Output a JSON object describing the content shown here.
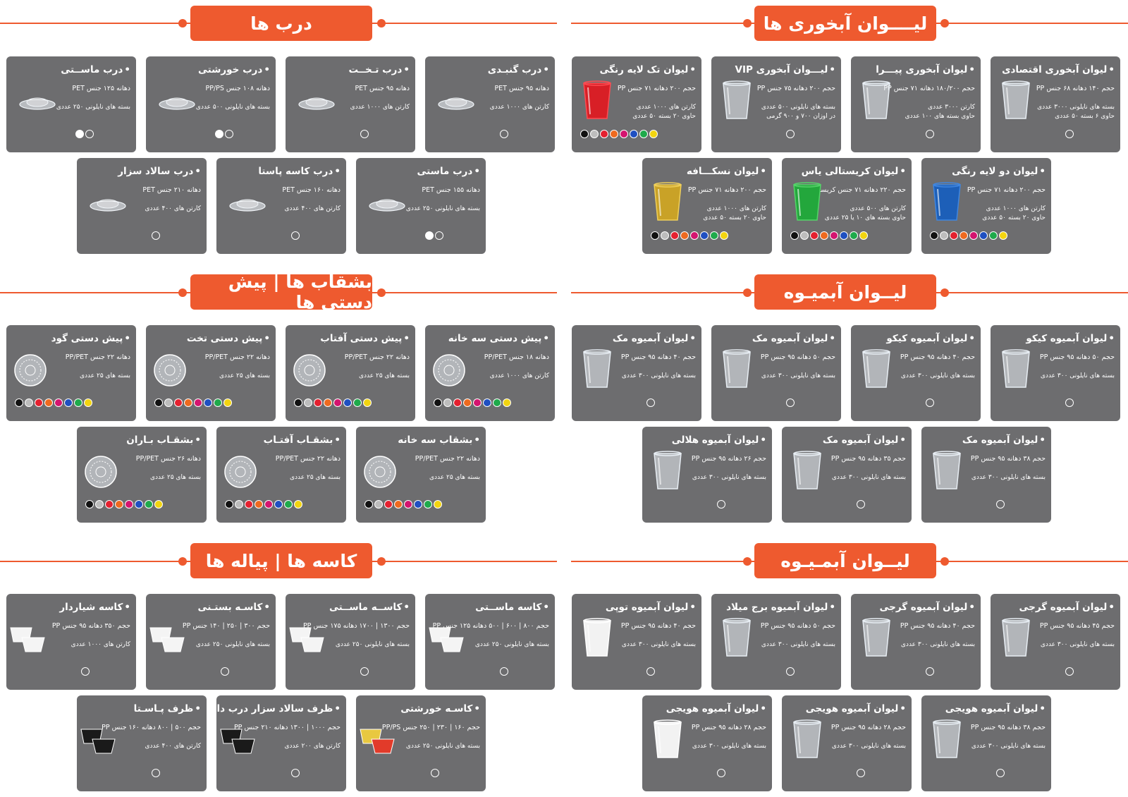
{
  "sections": {
    "s1_right": "لیــــوان آبخوری ها",
    "s1_left": "درب ها",
    "s2_right": "لیــوان آبمیـوه",
    "s2_left": "بشقاب ها | پیش دستی ها",
    "s3_right": "لیــوان آبمـیـوه",
    "s3_left": "کاسه ها | پیاله ها"
  },
  "cards": [
    {
      "title": "لیوان آبخوری اقتصادی",
      "spec": "حجم ۱۴۰  دهانه ۶۸  جنس PP",
      "pack": "بسته های نایلونی ۳۰۰۰ عددی\nحاوی ۶ بسته ۵۰ عددی"
    },
    {
      "title": "لیوان آبخوری پیـــرا",
      "spec": "حجم ۱۸۰/۲۰۰  دهانه ۷۱  جنس PP",
      "pack": "کارتن ۳۰۰۰ عددی\nحاوی بسته های ۱۰۰ عددی"
    },
    {
      "title": "لیـــوان آبخوری VIP",
      "spec": "حجم ۲۰۰  دهانه ۷۵  جنس PP",
      "pack": "بسته های نایلونی ۵۰۰ عددی\nدر اوزان ۷۰۰ و ۹۰۰ گرمی"
    },
    {
      "title": "لیوان تک لایه رنگی",
      "spec": "حجم ۲۰۰  دهانه ۷۱  جنس PP",
      "pack": "کارتن های ۱۰۰۰ عددی\nحاوی ۲۰ بسته ۵۰ عددی"
    },
    {
      "title": "لیوان دو لایه رنگی",
      "spec": "حجم ۲۰۰  دهانه ۷۱  جنس PP",
      "pack": "کارتن های ۱۰۰۰ عددی\nحاوی ۲۰ بسته ۵۰ عددی"
    },
    {
      "title": "لیوان کریستالی یاس",
      "spec": "حجم ۲۲۰  دهانه ۷۱  جنس کریستال",
      "pack": "کارتن های ۵۰۰ عددی\nحاوی بسته های ۱۰ یا ۲۵ عددی"
    },
    {
      "title": "لیوان نسکـــافه",
      "spec": "حجم ۲۰۰  دهانه ۷۱  جنس PP",
      "pack": "کارتن های ۱۰۰۰ عددی\nحاوی ۲۰ بسته ۵۰ عددی"
    },
    {
      "title": "درب گنبـدی",
      "spec": "دهانه ۹۵  جنس PET",
      "pack": "کارتن های ۱۰۰۰ عددی"
    },
    {
      "title": "درب تـخــت",
      "spec": "دهانه ۹۵  جنس PET",
      "pack": "کارتن های ۱۰۰۰ عددی"
    },
    {
      "title": "درب خورشتی",
      "spec": "دهانه ۱۰۸  جنس PP/PS",
      "pack": "بسته های نایلونی ۵۰۰ عددی"
    },
    {
      "title": "درب ماســتی",
      "spec": "دهانه ۱۲۵  جنس PET",
      "pack": "بسته های نایلونی ۲۵۰ عددی"
    },
    {
      "title": "درب ماستی",
      "spec": "دهانه ۱۵۵  جنس PET",
      "pack": "بسته های نایلونی ۲۵۰ عددی"
    },
    {
      "title": "درب کاسه پاستا",
      "spec": "دهانه ۱۶۰  جنس PET",
      "pack": "کارتن های ۴۰۰ عددی"
    },
    {
      "title": "درب سالاد سزار",
      "spec": "دهانه ۲۱۰  جنس PET",
      "pack": "کارتن های ۴۰۰ عددی"
    },
    {
      "title": "لیوان آبمیوه کیکو",
      "spec": "حجم ۵۰  دهانه ۹۵  جنس PP",
      "pack": "بسته های نایلونی ۳۰۰ عددی"
    },
    {
      "title": "لیوان آبمیوه کیکو",
      "spec": "حجم ۴۰  دهانه ۹۵  جنس PP",
      "pack": "بسته های نایلونی ۳۰۰ عددی"
    },
    {
      "title": "لیوان آبمیوه مک",
      "spec": "حجم ۵۰  دهانه ۹۵  جنس PP",
      "pack": "بسته های نایلونی ۳۰۰ عددی"
    },
    {
      "title": "لیوان آبمیوه مک",
      "spec": "حجم ۴۰  دهانه ۹۵  جنس PP",
      "pack": "بسته های نایلونی ۳۰۰ عددی"
    },
    {
      "title": "لیوان آبمیوه مک",
      "spec": "حجم ۳۸  دهانه ۹۵  جنس PP",
      "pack": "بسته های نایلونی ۳۰۰ عددی"
    },
    {
      "title": "لیوان آبمیوه مک",
      "spec": "حجم ۳۵  دهانه ۹۵  جنس PP",
      "pack": "بسته های نایلونی ۳۰۰ عددی"
    },
    {
      "title": "لیوان آبمیوه هلالی",
      "spec": "حجم ۲۶  دهانه ۹۵  جنس PP",
      "pack": "بسته های نایلونی ۳۰۰ عددی"
    },
    {
      "title": "پیش دستی سه خانه",
      "spec": "دهانه ۱۸  جنس PP/PET",
      "pack": "کارتن های ۱۰۰۰ عددی"
    },
    {
      "title": "پیش دستی آفتاب",
      "spec": "دهانه ۲۲  جنس PP/PET",
      "pack": "بسته های ۲۵ عددی"
    },
    {
      "title": "پیش دستی تخت",
      "spec": "دهانه ۲۲  جنس PP/PET",
      "pack": "بسته های ۲۵ عددی"
    },
    {
      "title": "پیش دستی گود",
      "spec": "دهانه ۲۲  جنس PP/PET",
      "pack": "بسته های ۲۵ عددی"
    },
    {
      "title": "بشقاب سه خانه",
      "spec": "دهانه ۲۲  جنس PP/PET",
      "pack": "بسته های ۲۵ عددی"
    },
    {
      "title": "بشقـاب آفتـاب",
      "spec": "دهانه ۲۲  جنس PP/PET",
      "pack": "بسته های ۲۵ عددی"
    },
    {
      "title": "بشقـاب بـاران",
      "spec": "دهانه ۲۶  جنس PP/PET",
      "pack": "بسته های ۲۵ عددی"
    },
    {
      "title": "لیوان آبمیوه گرجی",
      "spec": "حجم ۴۵  دهانه ۹۵  جنس PP",
      "pack": "بسته های نایلونی ۳۰۰ عددی"
    },
    {
      "title": "لیوان آبمیوه گرجی",
      "spec": "حجم ۴۰  دهانه ۹۵  جنس PP",
      "pack": "بسته های نایلونی ۳۰۰ عددی"
    },
    {
      "title": "لیوان آبمیوه برج میلاد",
      "spec": "حجم ۵۰  دهانه ۹۵  جنس PP",
      "pack": "بسته های نایلونی ۳۰۰ عددی"
    },
    {
      "title": "لیوان آبمیوه توپی",
      "spec": "حجم ۴۰  دهانه ۹۵  جنس PP",
      "pack": "بسته های نایلونی ۳۰۰ عددی"
    },
    {
      "title": "لیوان آبمیوه هویجی",
      "spec": "حجم ۳۸  دهانه ۹۵  جنس PP",
      "pack": "بسته های نایلونی ۳۰۰ عددی"
    },
    {
      "title": "لیوان آبمیوه هویجی",
      "spec": "حجم ۲۸  دهانه ۹۵  جنس PP",
      "pack": "بسته های نایلونی ۳۰۰ عددی"
    },
    {
      "title": "لیوان آبمیوه هویجی",
      "spec": "حجم ۲۸  دهانه ۹۵  جنس PP",
      "pack": "بسته های نایلونی ۳۰۰ عددی"
    },
    {
      "title": "کاسه ماســتی",
      "spec": "حجم ۸۰۰ | ۶۰۰ | ۵۰۰  دهانه ۱۲۵  جنس PP",
      "pack": "بسته های نایلونی ۲۵۰ عددی"
    },
    {
      "title": "کاســه ماســتی",
      "spec": "حجم ۱۳۰۰ | ۱۷۰۰  دهانه ۱۷۵  جنس PP",
      "pack": "بسته های نایلونی ۲۵۰ عددی"
    },
    {
      "title": "کاسـه بستـنی",
      "spec": "حجم ۳۰۰ | ۲۵۰ | ۱۴۰  جنس PP",
      "pack": "بسته های نایلونی ۲۵۰ عددی"
    },
    {
      "title": "کاسه شیاردار",
      "spec": "حجم ۳۵۰  دهانه ۹۵  جنس PP",
      "pack": "کارتن های ۱۰۰۰ عددی"
    },
    {
      "title": "کاسـه خورشتی",
      "spec": "حجم ۱۶۰ | ۲۳۰ | ۲۵۰  جنس PP/PS",
      "pack": "بسته های نایلونی ۲۵۰ عددی"
    },
    {
      "title": "ظرف سالاد سزار درب دار",
      "spec": "حجم ۱۰۰۰ | ۱۳۰۰  دهانه ۲۱۰  جنس PP",
      "pack": "کارتن های ۲۰۰ عددی"
    },
    {
      "title": "ظرف پـاسـتا",
      "spec": "حجم ۵۰۰ | ۸۰۰  دهانه ۱۶۰  جنس PP",
      "pack": "کارتن های ۴۰۰ عددی"
    }
  ],
  "palette": {
    "accent": "#ee5a2f",
    "card": "#6d6d6f",
    "multicolor": [
      "#111111",
      "#bdbdbd",
      "#e4202f",
      "#ee6a1f",
      "#d4146f",
      "#1f4fc1",
      "#1faa4b",
      "#f2d410"
    ]
  }
}
